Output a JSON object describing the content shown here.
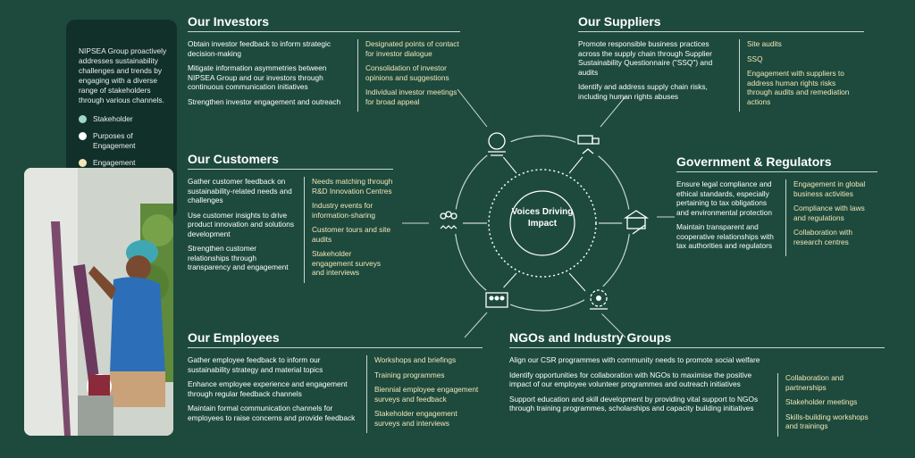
{
  "intro": {
    "text": "NIPSEA Group proactively addresses sustainability challenges and trends by engaging with a diverse range of stakeholders through various channels.",
    "legend": [
      {
        "label": "Stakeholder",
        "color": "#9fd8c4"
      },
      {
        "label": "Purposes of Engagement",
        "color": "#ffffff"
      },
      {
        "label": "Engagement Mechanisms",
        "color": "#f2e6b8"
      }
    ]
  },
  "center": {
    "label": "Voices Driving Impact"
  },
  "investors": {
    "title": "Our Investors",
    "purposes": [
      "Obtain investor feedback to inform strategic decision-making",
      "Mitigate information asymmetries between NIPSEA Group and our investors through continuous communication initiatives",
      "Strengthen investor engagement and outreach"
    ],
    "mechanisms": [
      "Designated points of contact for investor dialogue",
      "Consolidation of investor opinions and suggestions",
      "Individual investor meetings for broad appeal"
    ]
  },
  "suppliers": {
    "title": "Our Suppliers",
    "purposes": [
      "Promote responsible business practices across the supply chain through Supplier Sustainability Questionnaire (\"SSQ\") and audits",
      "Identify and address supply chain risks, including human rights abuses"
    ],
    "mechanisms": [
      "Site audits",
      "SSQ",
      "Engagement with suppliers to address human rights risks through audits and remediation actions"
    ]
  },
  "customers": {
    "title": "Our Customers",
    "purposes": [
      "Gather customer feedback on sustainability-related needs and challenges",
      "Use customer insights to drive product innovation and solutions development",
      "Strengthen customer relationships through transparency and engagement"
    ],
    "mechanisms": [
      "Needs matching through R&D Innovation Centres",
      "Industry events for information-sharing",
      "Customer tours and site audits",
      "Stakeholder engagement surveys and interviews"
    ]
  },
  "government": {
    "title": "Government & Regulators",
    "purposes": [
      "Ensure legal compliance and ethical standards, especially pertaining to tax obligations and environmental protection",
      "Maintain transparent and cooperative relationships with tax authorities and regulators"
    ],
    "mechanisms": [
      "Engagement in global business activities",
      "Compliance with laws and regulations",
      "Collaboration with research centres"
    ]
  },
  "employees": {
    "title": "Our Employees",
    "purposes": [
      "Gather employee feedback to inform our sustainability strategy and material topics",
      "Enhance employee experience and engagement through regular feedback channels",
      "Maintain formal communication channels for employees to raise concerns and provide feedback"
    ],
    "mechanisms": [
      "Workshops and briefings",
      "Training programmes",
      "Biennial employee engagement surveys and feedback",
      "Stakeholder engagement surveys and interviews"
    ]
  },
  "ngos": {
    "title": "NGOs and Industry Groups",
    "purposes": [
      "Align our CSR programmes with community needs to promote social welfare",
      "Identify opportunities for collaboration with NGOs to maximise the positive impact of our employee volunteer programmes and outreach initiatives",
      "Support education and skill development by providing vital support to NGOs through training programmes, scholarships and capacity building initiatives"
    ],
    "mechanisms": [
      "Collaboration and partnerships",
      "Stakeholder meetings",
      "Skills-building workshops and trainings"
    ]
  },
  "icons": [
    "investor-icon",
    "supplier-icon",
    "government-icon",
    "ngo-icon",
    "employee-icon",
    "customer-icon"
  ]
}
